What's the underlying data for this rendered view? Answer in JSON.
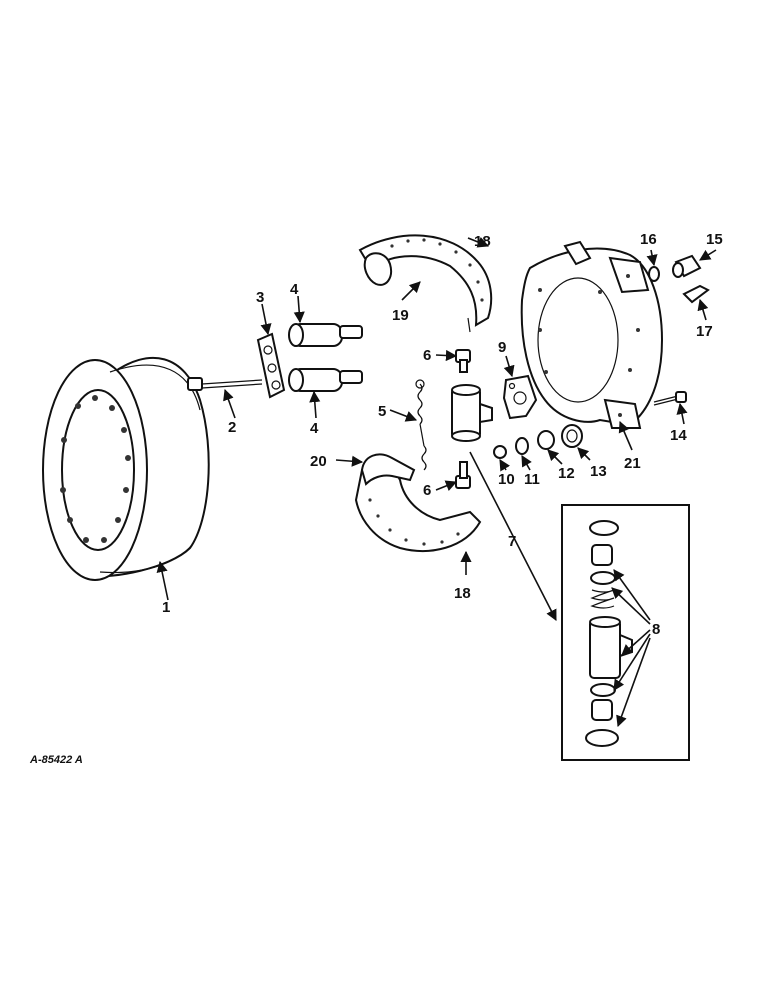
{
  "figure_id": "A-85422 A",
  "callouts": {
    "c1": "1",
    "c2": "2",
    "c3": "3",
    "c4a": "4",
    "c4b": "4",
    "c5": "5",
    "c6a": "6",
    "c6b": "6",
    "c7": "7",
    "c8": "8",
    "c9": "9",
    "c10": "10",
    "c11": "11",
    "c12": "12",
    "c13": "13",
    "c14": "14",
    "c15": "15",
    "c16": "16",
    "c17": "17",
    "c18a": "18",
    "c18b": "18",
    "c19": "19",
    "c20": "20",
    "c21": "21"
  }
}
